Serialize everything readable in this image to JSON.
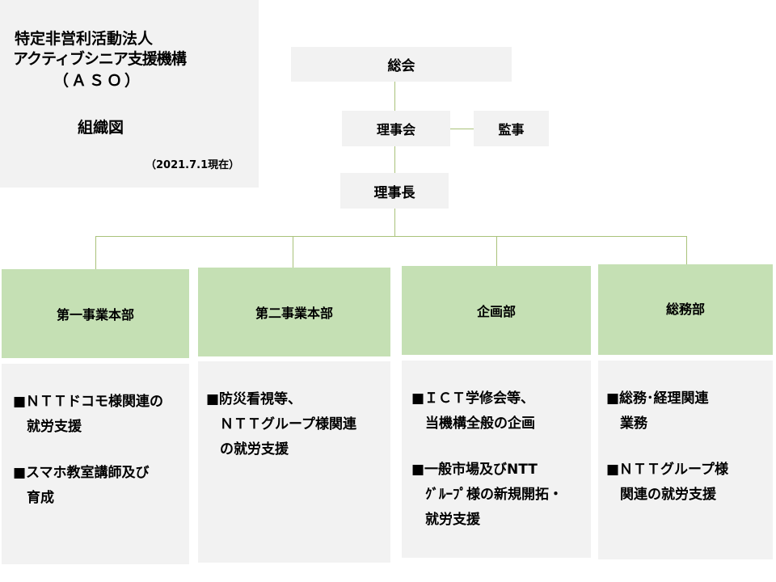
{
  "title": {
    "org_line1": "特定非営利活動法人",
    "org_line2": "アクティブシニア支援機構",
    "org_abbr": "（ＡＳＯ）",
    "heading": "組織図",
    "as_of": "（2021.7.1現在）"
  },
  "nodes": {
    "general_assembly": "総会",
    "board": "理事会",
    "auditor": "監事",
    "chairman": "理事長"
  },
  "departments": [
    {
      "name": "第一事業本部",
      "items": [
        "■ＮＴＴドコモ様関連の\n　就労支援",
        "■スマホ教室講師及び\n　育成"
      ]
    },
    {
      "name": "第二事業本部",
      "items": [
        "■防災看視等、\n　ＮＴＴグループ様関連\n　の就労支援"
      ]
    },
    {
      "name": "企画部",
      "items": [
        "■ＩＣＴ学修会等、\n　当機構全般の企画",
        "■一般市場及びNTT\n　ｸﾞﾙｰﾌﾟ様の新規開拓・\n　就労支援"
      ]
    },
    {
      "name": "総務部",
      "items": [
        "■総務･経理関連\n　業務",
        "■ＮＴＴグループ様\n　関連の就労支援"
      ]
    }
  ],
  "colors": {
    "header": "#c5e0b4",
    "panel": "#f2f2f2",
    "line": "#a9c27a"
  }
}
